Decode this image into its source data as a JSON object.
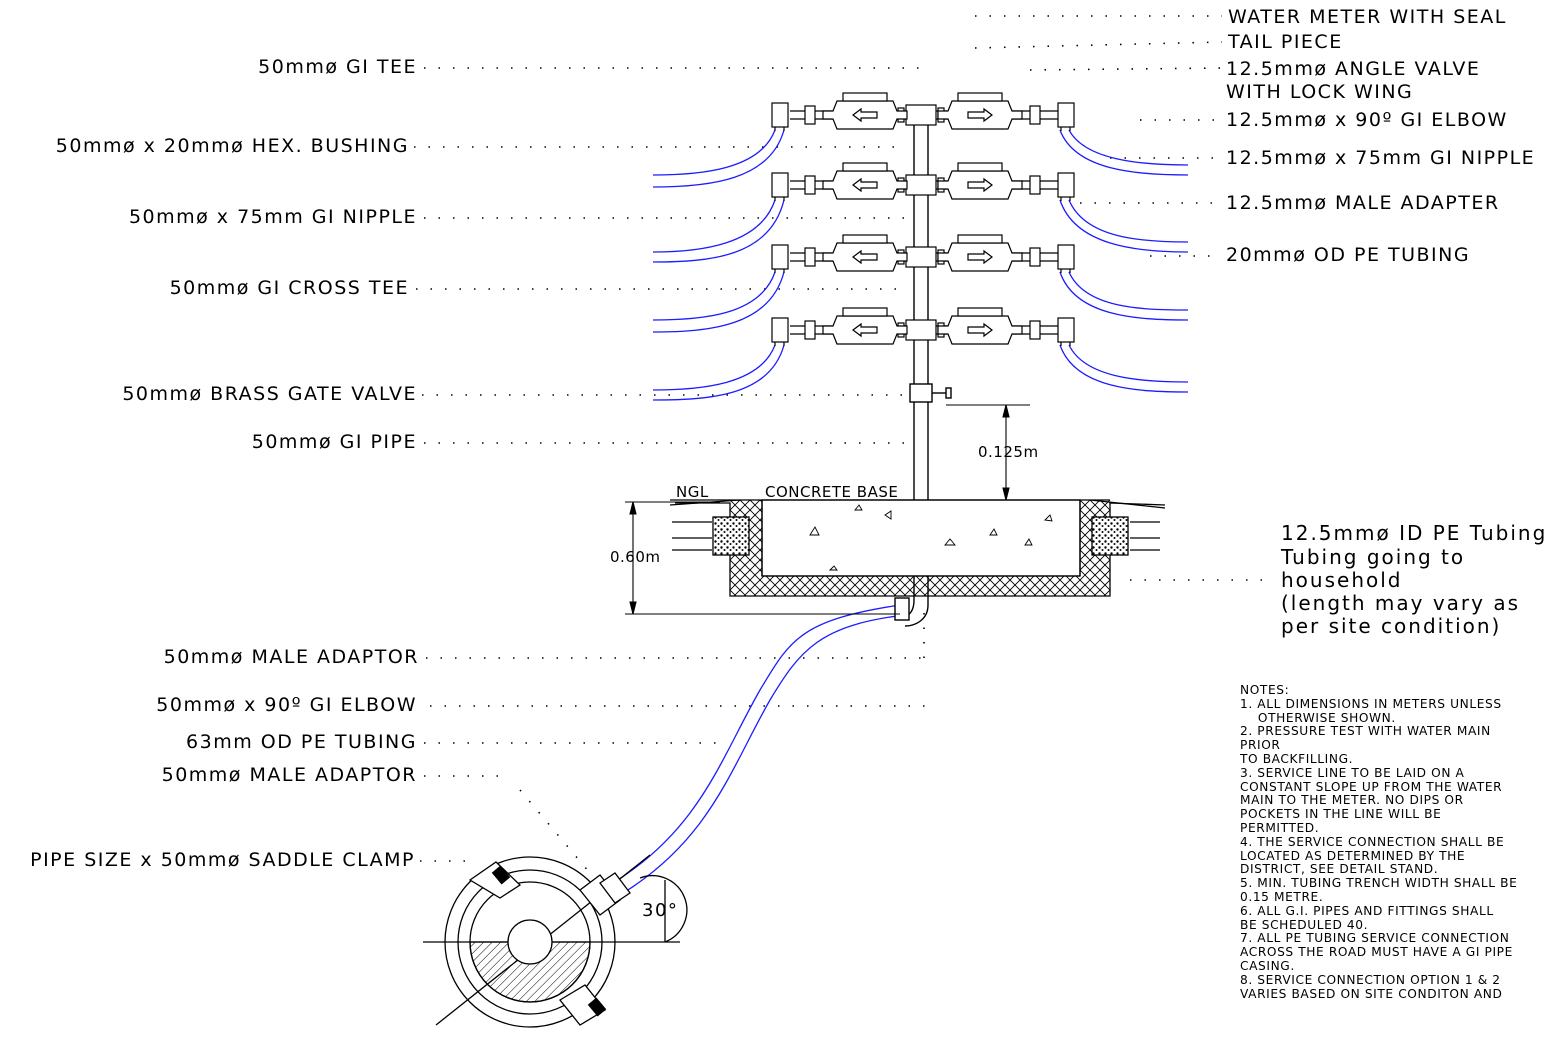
{
  "left_labels": {
    "gi_tee": "50mmø GI TEE",
    "hex_bushing": "50mmø x 20mmø HEX. BUSHING",
    "gi_nipple": "50mmø x 75mm GI NIPPLE",
    "cross_tee": "50mmø GI CROSS TEE",
    "gate_valve": "50mmø BRASS GATE VALVE",
    "gi_pipe": "50mmø GI PIPE",
    "male_adaptor_1": "50mmø MALE ADAPTOR",
    "elbow_90": "50mmø x 90º GI ELBOW",
    "pe_tubing_63": "63mm OD PE TUBING",
    "male_adaptor_2": "50mmø MALE ADAPTOR",
    "saddle_clamp": "PIPE SIZE x 50mmø SADDLE CLAMP"
  },
  "right_labels": {
    "water_meter": "WATER METER WITH SEAL",
    "tail_piece": "TAIL PIECE",
    "angle_valve_1": "12.5mmø ANGLE VALVE",
    "angle_valve_2": "WITH LOCK WING",
    "elbow_125": "12.5mmø x 90º GI ELBOW",
    "nipple_125": "12.5mmø x 75mm GI NIPPLE",
    "male_adapter_125": "12.5mmø MALE ADAPTER",
    "pe_tubing_20": "20mmø OD PE TUBING"
  },
  "household": {
    "line1": "12.5mmø ID PE Tubing",
    "line2": "Tubing going to",
    "line3": "household",
    "line4": "(length may vary as",
    "line5": "per site condition)"
  },
  "dimensions": {
    "height_above": "0.125m",
    "depth": "0.60m",
    "angle": "30°"
  },
  "ground": {
    "ngl": "NGL",
    "concrete_base": "CONCRETE BASE"
  },
  "notes": {
    "title": "NOTES:",
    "body": "1. ALL DIMENSIONS IN METERS UNLESS\n    OTHERWISE SHOWN.\n2. PRESSURE TEST WITH WATER MAIN\nPRIOR\nTO BACKFILLING.\n3. SERVICE LINE TO BE LAID ON A\nCONSTANT SLOPE UP FROM THE WATER\nMAIN TO THE METER. NO DIPS OR\nPOCKETS IN THE LINE WILL BE\nPERMITTED.\n4. THE SERVICE CONNECTION SHALL BE\nLOCATED AS DETERMINED BY THE\nDISTRICT, SEE DETAIL STAND.\n5. MIN. TUBING TRENCH WIDTH SHALL BE\n0.15 METRE.\n6. ALL G.I. PIPES AND FITTINGS SHALL\nBE SCHEDULED 40.\n7. ALL PE TUBING SERVICE CONNECTION\nACROSS THE ROAD MUST HAVE A GI PIPE\nCASING.\n8. SERVICE CONNECTION OPTION 1 & 2\nVARIES BASED ON SITE CONDITON AND"
  },
  "colors": {
    "line": "#000000",
    "tubing": "#1c1cff",
    "background": "#ffffff"
  }
}
